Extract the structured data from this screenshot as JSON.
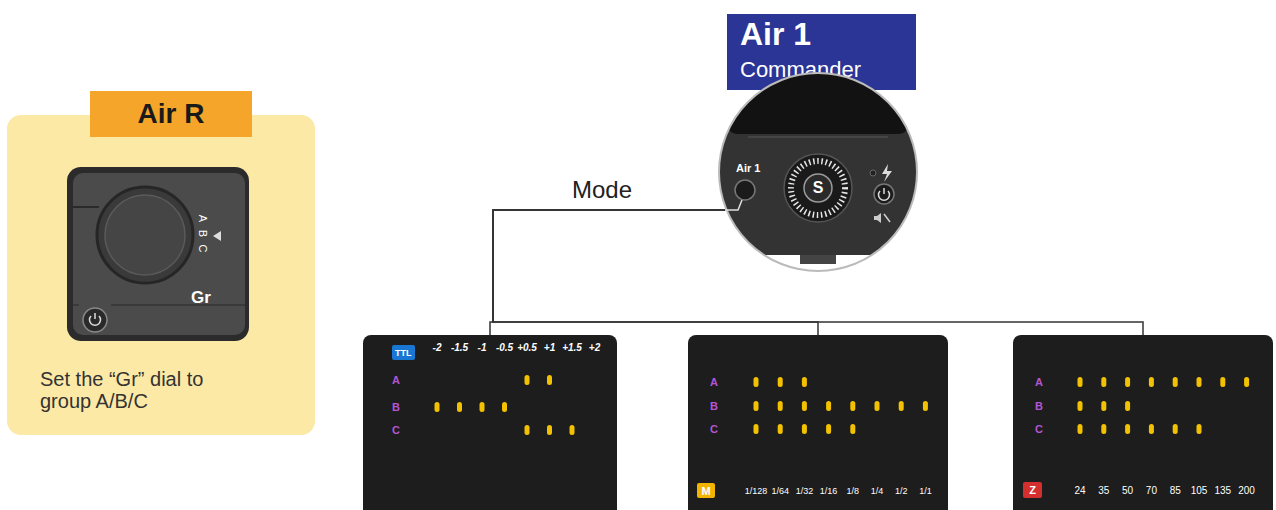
{
  "diagram": {
    "nodes": [
      {
        "text": [
          "Set the “Gr” dial to group A/B/C"
        ]
      },
      {
        "text": [
          "Air R"
        ],
        "in": 0
      },
      {
        "text": [
          "Air 1",
          "Commander"
        ]
      },
      {
        "text": [
          "Air 1",
          "S"
        ]
      },
      {
        "text": [
          "-2",
          "-1.5",
          "-1",
          "-0.5",
          "+0.5",
          "+1",
          "+1.5",
          "+2",
          "A",
          "B",
          "C"
        ]
      },
      {
        "text": [
          "TTL"
        ],
        "in": 4
      },
      {
        "text": [
          "A",
          "B",
          "C",
          "1/128",
          "1/64",
          "1/32",
          "1/16",
          "1/8",
          "1/4",
          "1/2",
          "1/1"
        ]
      },
      {
        "text": [
          "M"
        ],
        "in": 6
      },
      {
        "text": [
          "A",
          "B",
          "C",
          "24",
          "35",
          "50",
          "70",
          "85",
          "105",
          "135",
          "200"
        ]
      },
      {
        "text": [
          "Z"
        ],
        "in": 8
      }
    ],
    "edges": [
      {
        "from": 3,
        "to": 4,
        "arrow": "none"
      },
      {
        "from": 3,
        "to": 6,
        "arrow": "none"
      },
      {
        "from": 3,
        "to": 8,
        "arrow": "none"
      }
    ],
    "labels": [
      "A",
      "B",
      "C",
      "Gr",
      "Mode"
    ]
  }
}
